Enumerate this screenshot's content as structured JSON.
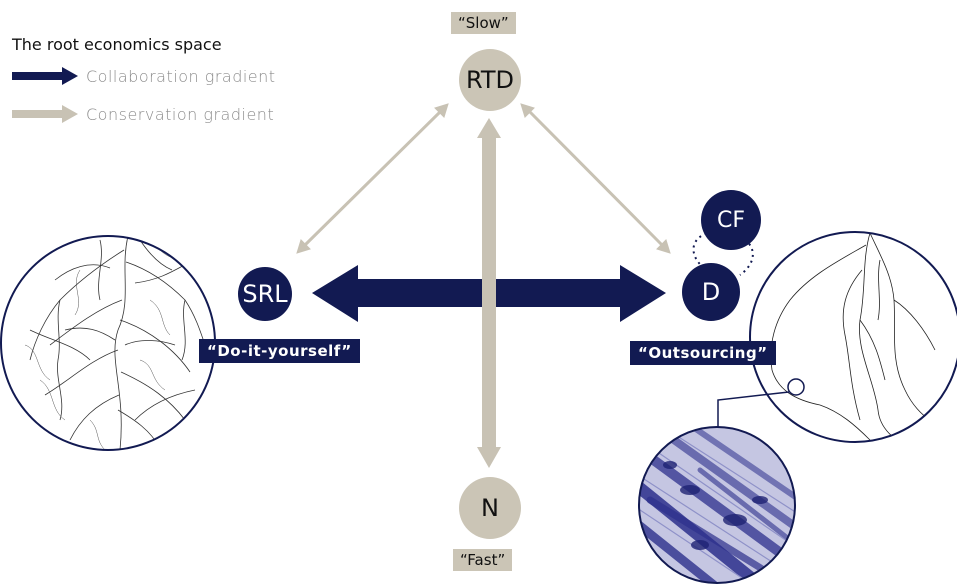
{
  "legend": {
    "title": "The root economics space",
    "items": [
      {
        "label": "Collaboration gradient",
        "color": "#121a52"
      },
      {
        "label": "Conservation gradient",
        "color": "#c8c2b4"
      }
    ]
  },
  "nodes": {
    "rtd": "RTD",
    "srl": "SRL",
    "d": "D",
    "cf": "CF",
    "n": "N"
  },
  "labels": {
    "slow": "“Slow”",
    "fast": "“Fast”",
    "diy": "“Do-it-yourself”",
    "outsourcing": "“Outsourcing”"
  },
  "colors": {
    "navy": "#121a52",
    "beige": "#cbc5b6",
    "mycorrhiza_blue": "#3c3fa0"
  }
}
